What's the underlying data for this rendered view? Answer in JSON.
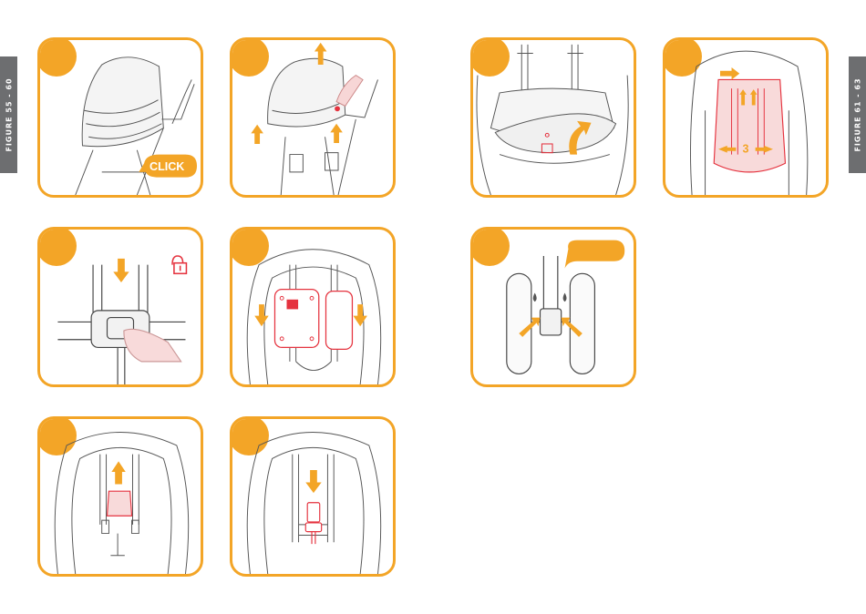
{
  "left_tab": {
    "label": "FIGURE 55 - 60"
  },
  "right_tab": {
    "label": "FIGURE 61 - 63"
  },
  "panels": {
    "p55": {
      "callout": "CLICK"
    },
    "p61": {
      "label": "3"
    }
  },
  "colors": {
    "accent": "#f3a527",
    "red": "#e5333f",
    "line": "#444444",
    "tab": "#6d6e70"
  }
}
